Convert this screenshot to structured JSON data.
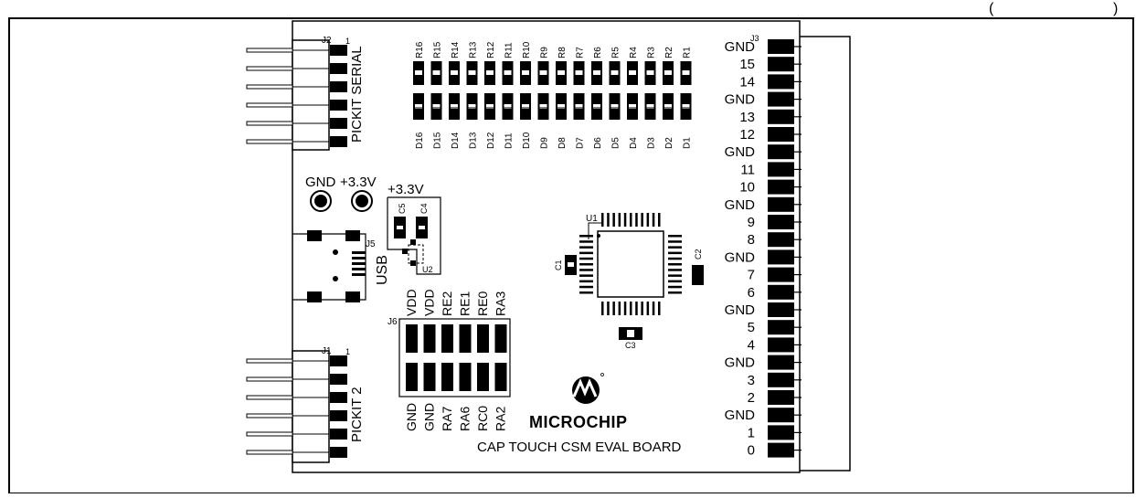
{
  "header_fragment": "(",
  "header_fragment_right": ")",
  "board": {
    "title": "CAP TOUCH CSM EVAL BOARD",
    "brand": "MICROCHIP",
    "j2": {
      "ref": "J2",
      "pin1": "1",
      "name": "PICKIT SERIAL"
    },
    "j1": {
      "ref": "J1",
      "pin1": "1",
      "name": "PICKIT 2"
    },
    "j3": {
      "ref": "J3",
      "labels": [
        "GND",
        "15",
        "14",
        "GND",
        "13",
        "12",
        "GND",
        "11",
        "10",
        "GND",
        "9",
        "8",
        "GND",
        "7",
        "6",
        "GND",
        "5",
        "4",
        "GND",
        "3",
        "2",
        "GND",
        "1",
        "0"
      ]
    },
    "j5": {
      "ref": "J5",
      "name": "USB"
    },
    "j6": {
      "ref": "J6",
      "top_labels": [
        "VDD",
        "VDD",
        "RE2",
        "RE1",
        "RE0",
        "RA3"
      ],
      "bottom_labels": [
        "GND",
        "GND",
        "RA7",
        "RA6",
        "RC0",
        "RA2"
      ]
    },
    "resistors": [
      "R16",
      "R15",
      "R14",
      "R13",
      "R12",
      "R11",
      "R10",
      "R9",
      "R8",
      "R7",
      "R6",
      "R5",
      "R4",
      "R3",
      "R2",
      "R1"
    ],
    "leds": [
      "D16",
      "D15",
      "D14",
      "D13",
      "D12",
      "D11",
      "D10",
      "D9",
      "D8",
      "D7",
      "D6",
      "D5",
      "D4",
      "D3",
      "D2",
      "D1"
    ],
    "testpoints": [
      "GND",
      "+3.3V"
    ],
    "reg_label": "+3.3V",
    "caps": {
      "c5": "C5",
      "c4": "C4",
      "c1": "C1",
      "c2": "C2",
      "c3": "C3"
    },
    "u1": "U1",
    "u2": "U2"
  }
}
